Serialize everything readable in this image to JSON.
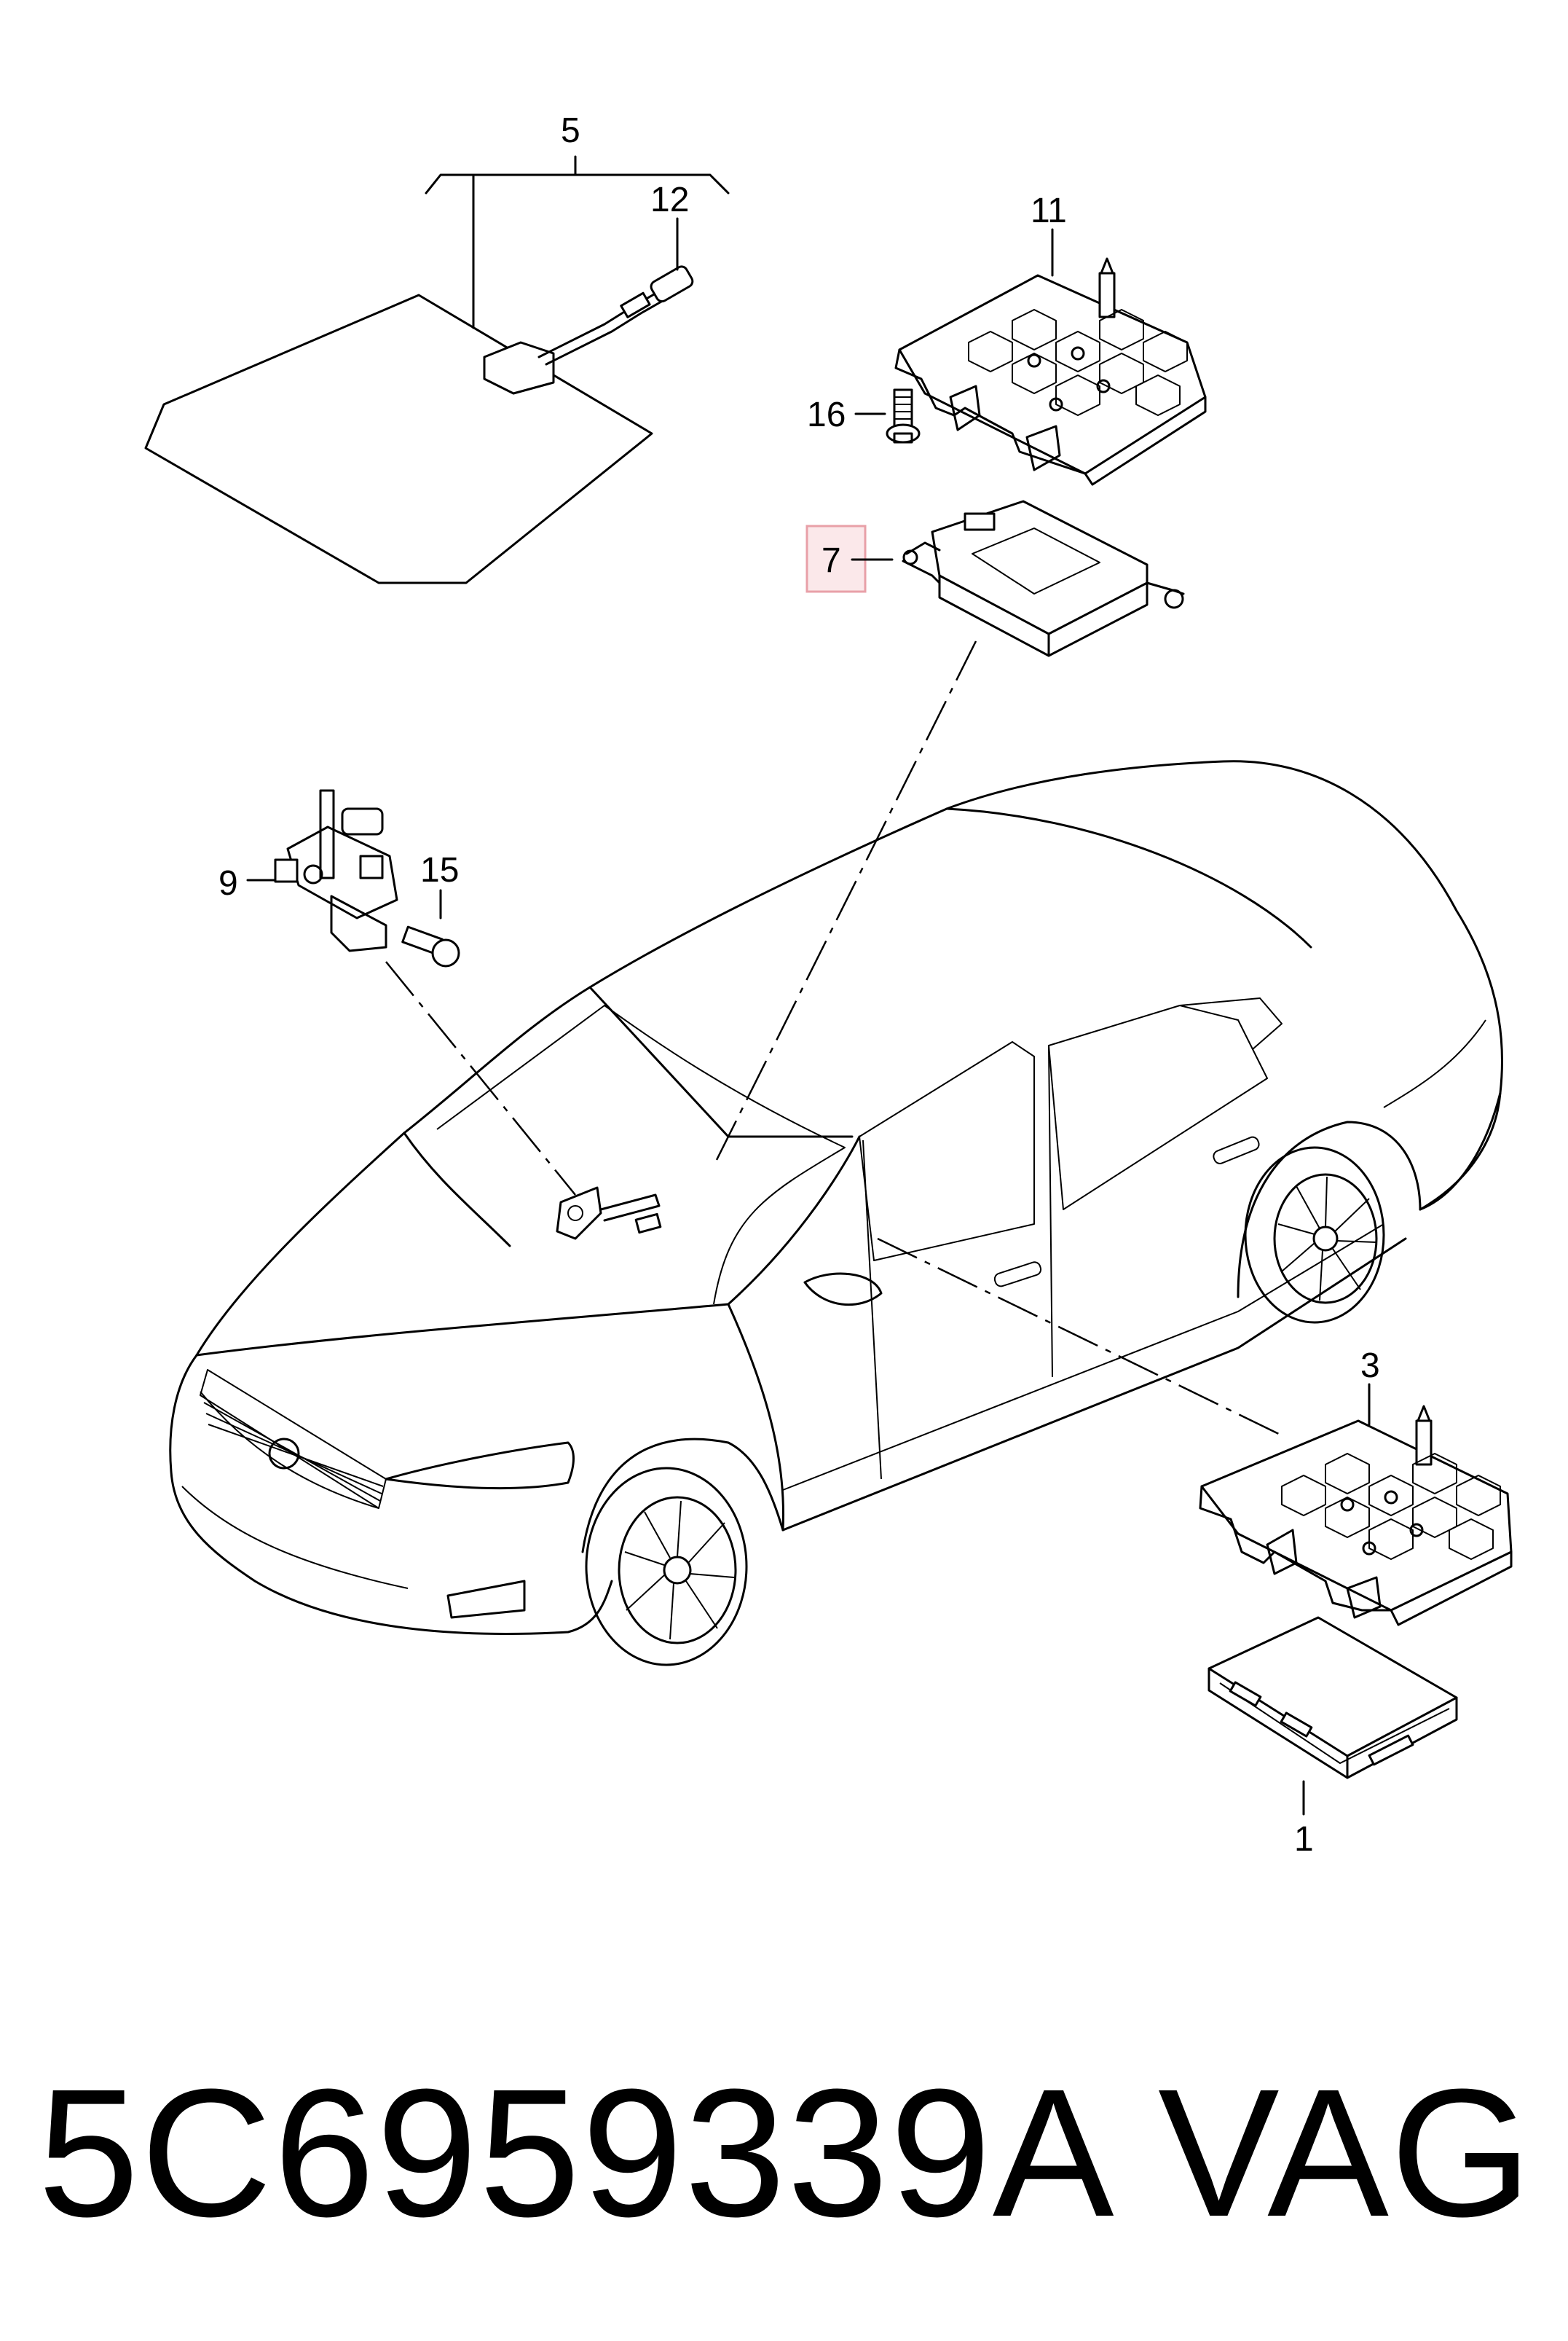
{
  "callouts": {
    "c1": "1",
    "c3": "3",
    "c5": "5",
    "c7": "7",
    "c9": "9",
    "c11": "11",
    "c12": "12",
    "c15": "15",
    "c16": "16"
  },
  "highlighted_callout": "7",
  "highlight_color": "#e8a0a8",
  "part_number": "5C6959339A",
  "brand": "VAG"
}
